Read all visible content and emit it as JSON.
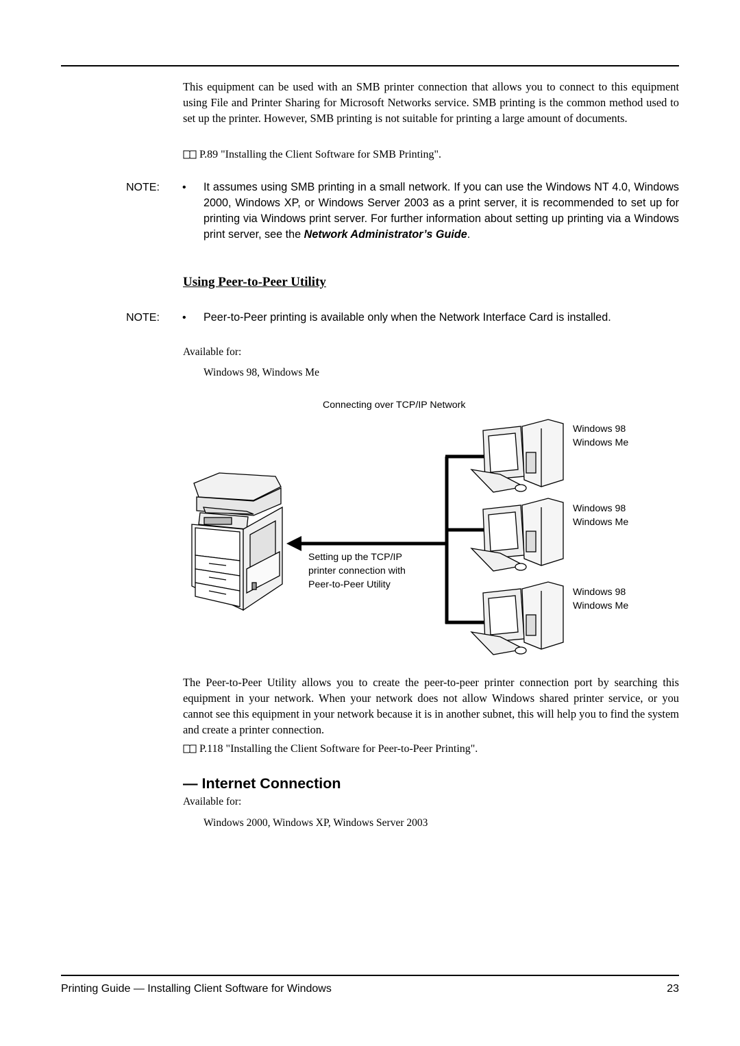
{
  "intro": {
    "paragraph": "This equipment can be used with an SMB printer connection that allows you to connect to this equipment using File and Printer Sharing for Microsoft Networks service. SMB printing is the common method used to set up the printer.  However, SMB printing is not suitable for printing a large amount of documents.",
    "ref": "P.89 \"Installing the Client Software for SMB Printing\"."
  },
  "note1": {
    "label": "NOTE:",
    "bullet": "•",
    "text": "It assumes using SMB printing in a small network.  If you can use the Windows NT 4.0, Windows 2000, Windows XP, or Windows Server 2003 as a print server, it is recommended to set up for printing via Windows print server.  For further information about setting up printing via a Windows print server, see the ",
    "guide_title": "Network Administrator’s Guide",
    "end": "."
  },
  "peer_section": {
    "heading": "Using Peer-to-Peer Utility",
    "note_label": "NOTE:",
    "note_bullet": "•",
    "note_text": "Peer-to-Peer printing is available only when the Network Interface Card is installed.",
    "available_label": "Available for:",
    "available_value": "Windows 98, Windows Me"
  },
  "diagram": {
    "title": "Connecting over TCP/IP Network",
    "arrow_caption": [
      "Setting up the TCP/IP",
      "printer connection with",
      "Peer-to-Peer Utility"
    ],
    "clients": [
      {
        "line1": "Windows 98",
        "line2": "Windows Me"
      },
      {
        "line1": "Windows 98",
        "line2": "Windows Me"
      },
      {
        "line1": "Windows 98",
        "line2": "Windows Me"
      }
    ],
    "line_color": "#000000"
  },
  "peer_description": {
    "paragraph": "The Peer-to-Peer Utility allows you to create the peer-to-peer printer connection port by searching this equipment in your network.  When your network does not allow Windows shared printer service, or you cannot see this equipment in your network because it is in another subnet, this will help you to find the system and create a printer connection.",
    "ref": "P.118 \"Installing the Client Software for Peer-to-Peer Printing\"."
  },
  "internet_section": {
    "heading": "— Internet Connection",
    "available_label": "Available for:",
    "available_value": "Windows 2000, Windows XP, Windows Server 2003"
  },
  "footer": {
    "title": "Printing Guide — Installing Client Software for Windows",
    "page_number": "23"
  }
}
